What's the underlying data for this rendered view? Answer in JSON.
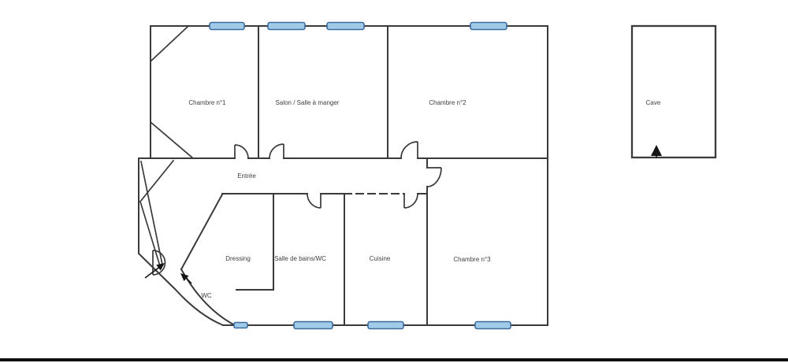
{
  "palette": {
    "background": "#ffffff",
    "wall": "#3a3a3a",
    "door": "#3a3a3a",
    "window_fill": "#9fcbe9",
    "window_border": "#3c6b9d",
    "label": "#414141",
    "arrow": "#151515",
    "bottom_bar": "#0f0f0f"
  },
  "rooms": {
    "chambre1": "Chambre n°1",
    "salon": "Salon / Salle à manger",
    "chambre2": "Chambre n°2",
    "entree": "Entrée",
    "dressing": "Dressing",
    "salle_de_bains": "Salle de bains/WC",
    "wc": "WC",
    "cuisine": "Cuisine",
    "chambre3": "Chambre n°3",
    "cave": "Cave"
  }
}
